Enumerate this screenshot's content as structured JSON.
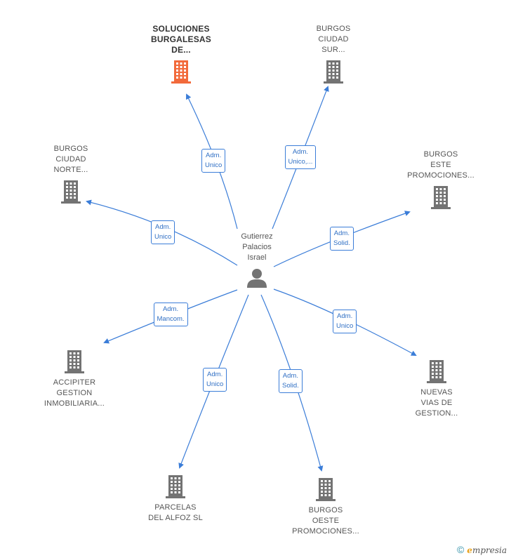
{
  "center": {
    "label": "Gutierrez\nPalacios\nIsrael",
    "icon": "person-icon"
  },
  "colors": {
    "edge": "#3b7dd8",
    "building": "#737373",
    "building_highlight": "#f26a3b"
  },
  "nodes": [
    {
      "id": "soluciones",
      "label": "SOLUCIONES\nBURGALESAS\nDE...",
      "highlight": true
    },
    {
      "id": "sur",
      "label": "BURGOS\nCIUDAD\nSUR...",
      "highlight": false
    },
    {
      "id": "norte",
      "label": "BURGOS\nCIUDAD\nNORTE...",
      "highlight": false
    },
    {
      "id": "este",
      "label": "BURGOS\nESTE\nPROMOCIONES...",
      "highlight": false
    },
    {
      "id": "accipiter",
      "label": "ACCIPITER\nGESTION\nINMOBILIARIA...",
      "highlight": false
    },
    {
      "id": "nuevas",
      "label": "NUEVAS\nVIAS DE\nGESTION...",
      "highlight": false
    },
    {
      "id": "parcelas",
      "label": "PARCELAS\nDEL ALFOZ  SL",
      "highlight": false
    },
    {
      "id": "oeste",
      "label": "BURGOS\nOESTE\nPROMOCIONES...",
      "highlight": false
    }
  ],
  "edges": [
    {
      "target": "soluciones",
      "label": "Adm.\nUnico"
    },
    {
      "target": "sur",
      "label": "Adm.\nUnico,..."
    },
    {
      "target": "norte",
      "label": "Adm.\nUnico"
    },
    {
      "target": "este",
      "label": "Adm.\nSolid."
    },
    {
      "target": "accipiter",
      "label": "Adm.\nMancom."
    },
    {
      "target": "nuevas",
      "label": "Adm.\nUnico"
    },
    {
      "target": "parcelas",
      "label": "Adm.\nUnico"
    },
    {
      "target": "oeste",
      "label": "Adm.\nSolid."
    }
  ],
  "footer": {
    "copyright": "©",
    "brand_initial": "e",
    "brand_rest": "mpresia"
  }
}
